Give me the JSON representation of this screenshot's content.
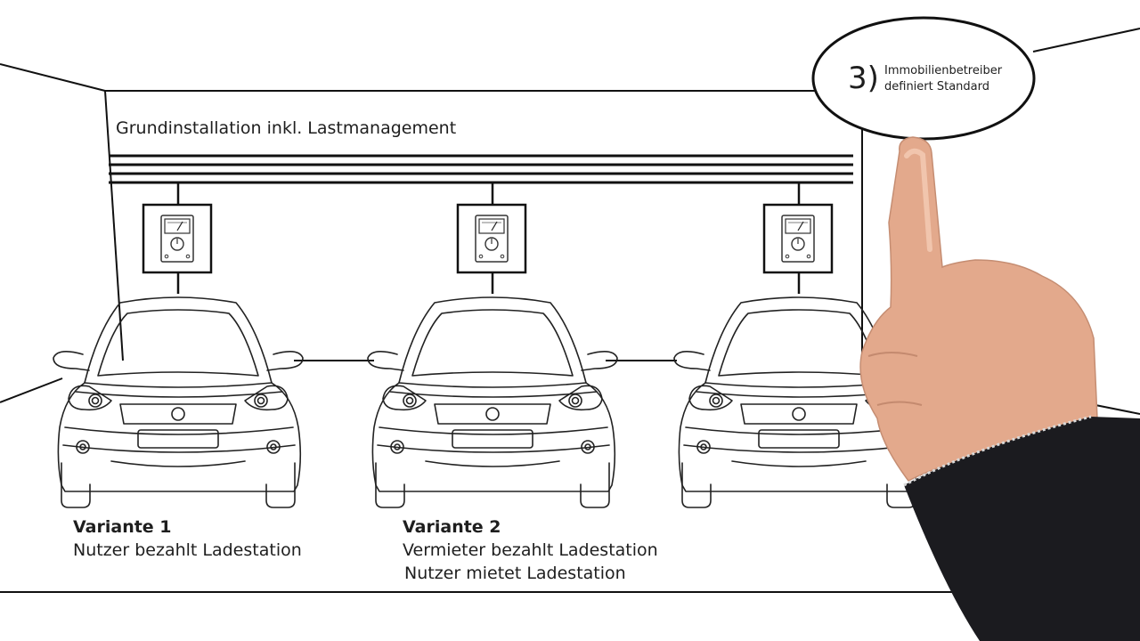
{
  "header": {
    "label": "Grundinstallation  inkl. Lastmanagement"
  },
  "callout": {
    "number": "3)",
    "line1": "Immobilienbetreiber",
    "line2": "definiert Standard"
  },
  "variants": [
    {
      "title": "Variante 1",
      "lines": [
        "Nutzer bezahlt Ladestation"
      ]
    },
    {
      "title": "Variante 2",
      "lines": [
        "Vermieter bezahlt Ladestation",
        "Nutzer mietet Ladestation"
      ]
    }
  ],
  "icons": {
    "meter": "meter-icon",
    "car": "car-icon",
    "hand": "pointing-hand-icon"
  },
  "colors": {
    "line": "#111111",
    "skin": "#e3a98c",
    "sleeve": "#1b1b1f"
  }
}
